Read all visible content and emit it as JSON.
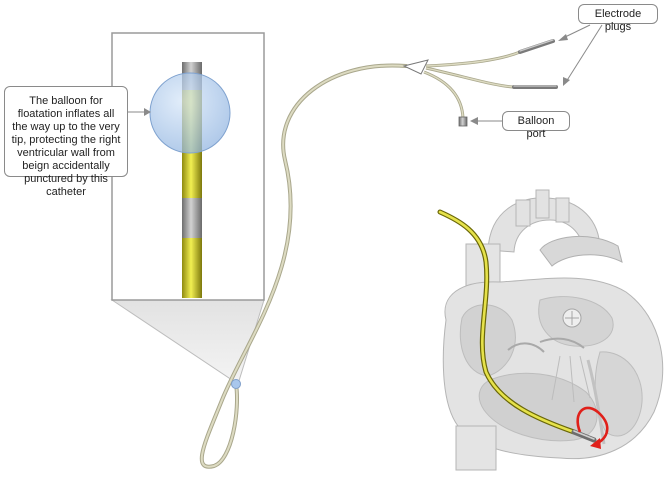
{
  "callouts": {
    "balloon_description": "The balloon for floatation inflates all the way up to the very tip, protecting the right ventricular wall from beign accidentally punctured by this catheter",
    "electrode_plugs": "Electrode plugs",
    "balloon_port": "Balloon port"
  },
  "colors": {
    "catheter_tube": "#d8d6b8",
    "catheter_shaft": "#d7d420",
    "balloon_fill": "#a9c7ec",
    "electrode_band": "#a8a8a8",
    "heart_body": "#e0e0e0",
    "heart_outline": "#b5b5b5",
    "curl_arrow": "#e0201a",
    "magnifier_cone": "#dcdcdc"
  },
  "icons": {
    "curl_arrow": "red-curved-arrow-icon",
    "cable_junction": "connector-icon"
  }
}
